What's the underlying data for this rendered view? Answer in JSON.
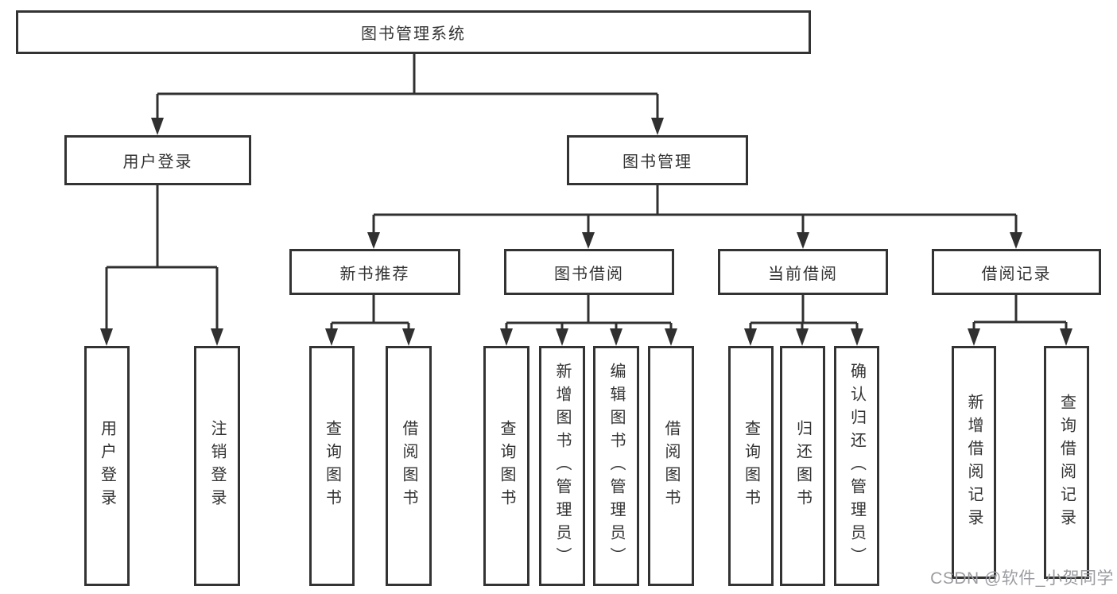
{
  "diagram": {
    "colors": {
      "line": "#303030",
      "box_border": "#333333",
      "text": "#333333",
      "background": "#ffffff",
      "watermark": "#9b9ca1"
    },
    "watermark": "CSDN @软件_小贺同学",
    "nodes": {
      "root": {
        "label": "图书管理系统"
      },
      "user_login": {
        "label": "用户登录"
      },
      "book_mgmt": {
        "label": "图书管理"
      },
      "new_book_rec": {
        "label": "新书推荐"
      },
      "book_borrow": {
        "label": "图书借阅"
      },
      "current_borrow": {
        "label": "当前借阅"
      },
      "borrow_record": {
        "label": "借阅记录"
      },
      "leaf_user_login": {
        "label": "用户登录"
      },
      "leaf_logout": {
        "label": "注销登录"
      },
      "leaf_query_book_1": {
        "label": "查询图书"
      },
      "leaf_borrow_book_1": {
        "label": "借阅图书"
      },
      "leaf_query_book_2": {
        "label": "查询图书"
      },
      "leaf_add_book": {
        "label": "新增图书（管理员）"
      },
      "leaf_edit_book": {
        "label": "编辑图书（管理员）"
      },
      "leaf_borrow_book_2": {
        "label": "借阅图书"
      },
      "leaf_query_book_3": {
        "label": "查询图书"
      },
      "leaf_return_book": {
        "label": "归还图书"
      },
      "leaf_confirm_return": {
        "label": "确认归还（管理员）"
      },
      "leaf_add_record": {
        "label": "新增借阅记录"
      },
      "leaf_query_record": {
        "label": "查询借阅记录"
      }
    }
  }
}
